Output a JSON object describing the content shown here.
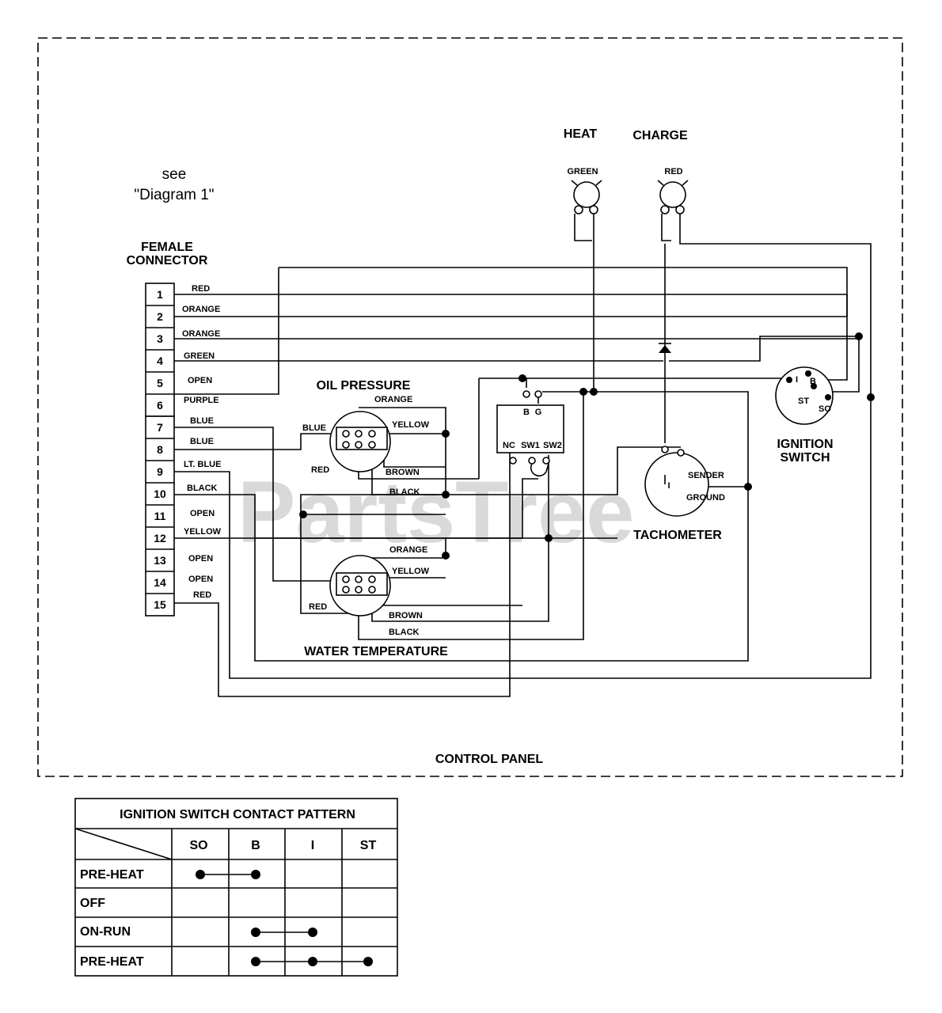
{
  "see_note": {
    "line1": "see",
    "line2": "\"Diagram 1\""
  },
  "female_connector": {
    "title_line1": "FEMALE",
    "title_line2": "CONNECTOR",
    "pins": [
      {
        "num": "1",
        "wire": "RED"
      },
      {
        "num": "2",
        "wire": "ORANGE"
      },
      {
        "num": "3",
        "wire": "ORANGE"
      },
      {
        "num": "4",
        "wire": "GREEN"
      },
      {
        "num": "5",
        "wire": "OPEN"
      },
      {
        "num": "6",
        "wire": "PURPLE"
      },
      {
        "num": "7",
        "wire": "BLUE"
      },
      {
        "num": "8",
        "wire": "BLUE"
      },
      {
        "num": "9",
        "wire": "LT. BLUE"
      },
      {
        "num": "10",
        "wire": "BLACK"
      },
      {
        "num": "11",
        "wire": "OPEN"
      },
      {
        "num": "12",
        "wire": "YELLOW"
      },
      {
        "num": "13",
        "wire": "OPEN"
      },
      {
        "num": "14",
        "wire": "OPEN"
      },
      {
        "num": "15",
        "wire": "RED"
      }
    ]
  },
  "lamps": {
    "heat": {
      "title": "HEAT",
      "color": "GREEN"
    },
    "charge": {
      "title": "CHARGE",
      "color": "RED"
    }
  },
  "oil_pressure": {
    "title": "OIL PRESSURE",
    "wires": {
      "orange": "ORANGE",
      "yellow": "YELLOW",
      "blue": "BLUE",
      "red": "RED",
      "brown": "BROWN",
      "black": "BLACK"
    }
  },
  "water_temperature": {
    "title": "WATER TEMPERATURE",
    "wires": {
      "orange": "ORANGE",
      "yellow": "YELLOW",
      "red": "RED",
      "brown": "BROWN",
      "black": "BLACK"
    }
  },
  "relay": {
    "b": "B",
    "g": "G",
    "nc": "NC",
    "sw1": "SW1",
    "sw2": "SW2"
  },
  "tachometer": {
    "title": "TACHOMETER",
    "sender": "SENDER",
    "ground": "GROUND",
    "i": "I"
  },
  "ignition_switch": {
    "title_line1": "IGNITION",
    "title_line2": "SWITCH",
    "i": "I",
    "b": "B",
    "st": "ST",
    "so": "SO"
  },
  "control_panel_label": "CONTROL PANEL",
  "watermark": "PartsTree",
  "contact_table": {
    "title": "IGNITION SWITCH CONTACT PATTERN",
    "columns": [
      "SO",
      "B",
      "I",
      "ST"
    ],
    "rows": [
      {
        "label": "PRE-HEAT",
        "connected": [
          "SO",
          "B"
        ]
      },
      {
        "label": "OFF",
        "connected": []
      },
      {
        "label": "ON-RUN",
        "connected": [
          "B",
          "I"
        ]
      },
      {
        "label": "PRE-HEAT",
        "connected": [
          "B",
          "I",
          "ST"
        ]
      }
    ]
  }
}
